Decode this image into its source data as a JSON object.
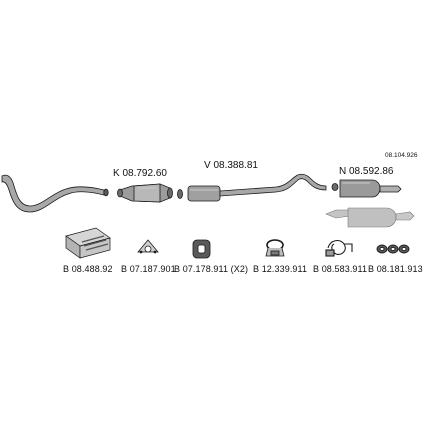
{
  "assembly": {
    "components": {
      "catalyst_label": "K 08.792.60",
      "middle_silencer_label": "V 08.388.81",
      "rear_silencer_label": "N 08.592.86",
      "rear_alt_label": "08.104.926"
    },
    "accessories": [
      {
        "id": "mounting-kit",
        "label": "B 08.488.92"
      },
      {
        "id": "gasket",
        "label": "B 07.187.901"
      },
      {
        "id": "rubber-mount",
        "label": "B 07.178.911 (X2)"
      },
      {
        "id": "clamp",
        "label": "B 12.339.911"
      },
      {
        "id": "hanger-bracket",
        "label": "B 08.583.911"
      },
      {
        "id": "rubber-rings",
        "label": "B 08.181.913"
      }
    ],
    "colors": {
      "line": "#1a1a1a",
      "part_fill": "#9a9a9a",
      "part_dark": "#5a5a5a",
      "part_light": "#d6d6d6"
    }
  }
}
